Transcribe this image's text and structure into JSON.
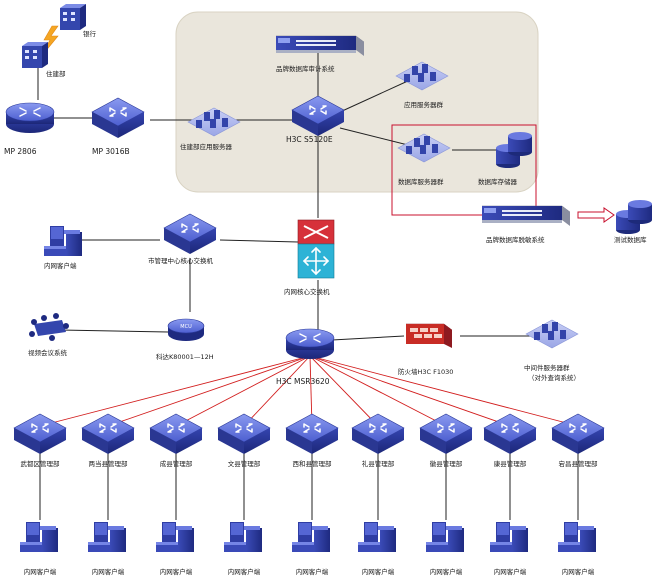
{
  "zone_labels": {
    "bank": "银行",
    "housing": "住建部",
    "audit_system": "品牌数据库审计系统",
    "app_servers": "应用服务器群",
    "housing_app": "住建部应用服务器",
    "db_servers": "数据库服务器群",
    "db_storage": "数据库存储器",
    "desens_system": "品牌数据库脱敏系统",
    "test_db": "测试数据库",
    "mp2806": "MP 2806",
    "mp3016": "MP 3016B",
    "s5120": "H3C S5120E",
    "city_core": "市管理中心核心交换机",
    "intranet_client": "内网客户端",
    "intranet_core": "内网核心交换机",
    "video_conf": "视频会议系统",
    "mcu": "科达K80001—12H",
    "msr": "H3C MSR3620",
    "firewall": "防火墙H3C F1030",
    "middleware": "中间件服务器群",
    "middleware_sub": "（对外查询系统）",
    "mcu_badge": "MCU"
  },
  "branches": [
    "武都区管理部",
    "两当县管理部",
    "成县管理部",
    "文县管理部",
    "西和县管理部",
    "礼县管理部",
    "徽县管理部",
    "康县管理部",
    "宕昌县管理部"
  ],
  "client_label": "内网客户端",
  "colors": {
    "zone_bg": "#eae6dc",
    "red_line": "#d21e1e",
    "blue_dark": "#2b3a9c",
    "blue_mid": "#4a5cc7",
    "blue_light": "#7f8fe6"
  }
}
